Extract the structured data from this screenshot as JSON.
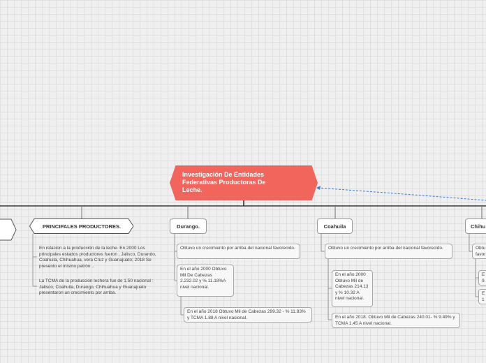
{
  "central": {
    "title": "Investigación De Entidades Federativas Productoras De Leche."
  },
  "branches": {
    "productores": {
      "title": "PRINCIPALES PRODUCTORES.",
      "notes": [
        "En relacion a la producción de la leche. En 2000 Los principales estados productores fueron , Jalisco, Durando, Coahuila, Chihuahua, vera Cruz y Guanajuato; 2018 Se presento el mismo patrón ..",
        "La TCMA de la producción lechera fue de 1.50 nacional : Jalisco, Coahuila, Durango, Chihuahua y Guanajuato presentaron un crecimiento por arriba."
      ]
    },
    "durango": {
      "title": "Durango.",
      "notes": [
        "Obtuvo un crecimiento por arriba del nacional favorecido.",
        "En el año 2000 Obtuvo Mil De Cabezas 2.232.02 y % 11.18%A nivel nacional.",
        "En el año 2018 Obtuvo Mil de Cabezas 299.32 - % 11.83%  y TCMA 1.88 A nivel nacional."
      ]
    },
    "coahuila": {
      "title": "Coahuila",
      "notes": [
        "Obtuvo un crecimiento por arriba del nacional favorecido.",
        "En el año 2000 Obtuvo Mil de Cabezas 214.13 y % 10.32 A nivel nacional.",
        "En el año 2018. Obtuvo Mil de Cabezas 240.01- % 9.49% y TCMA 1.45 A nivel nacional."
      ]
    },
    "chihuahua": {
      "title": "Chihu",
      "notes": [
        "Obtu",
        "favor",
        "E",
        "9.",
        "E",
        "1"
      ]
    }
  },
  "colors": {
    "central": "#f2655d",
    "connector": "#1a1a1a",
    "dashed_link": "#3b7dd8"
  }
}
